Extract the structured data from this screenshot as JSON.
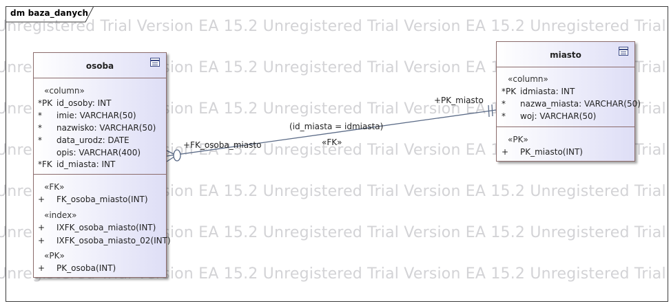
{
  "diagram": {
    "title": "dm baza_danych"
  },
  "watermark": {
    "text": "Unregistered Trial Version EA 15.2 Unregistered Trial Version EA 15.2 Unregistered Trial Version EA 15.2 Unregistered Trial Version EA 15.2"
  },
  "tables": {
    "osoba": {
      "name": "osoba",
      "column_stereo": "«column»",
      "columns": [
        {
          "prefix": "*PK",
          "text": "id_osoby: INT"
        },
        {
          "prefix": "*",
          "text": "imie: VARCHAR(50)"
        },
        {
          "prefix": "*",
          "text": "nazwisko: VARCHAR(50)"
        },
        {
          "prefix": "*",
          "text": "data_urodz: DATE"
        },
        {
          "prefix": "",
          "text": "opis: VARCHAR(400)"
        },
        {
          "prefix": "*FK",
          "text": "id_miasta: INT"
        }
      ],
      "fk_stereo": "«FK»",
      "fk_ops": [
        {
          "prefix": "+",
          "text": "FK_osoba_miasto(INT)"
        }
      ],
      "index_stereo": "«index»",
      "index_ops": [
        {
          "prefix": "+",
          "text": "IXFK_osoba_miasto(INT)"
        },
        {
          "prefix": "+",
          "text": "IXFK_osoba_miasto_02(INT)"
        }
      ],
      "pk_stereo": "«PK»",
      "pk_ops": [
        {
          "prefix": "+",
          "text": "PK_osoba(INT)"
        }
      ]
    },
    "miasto": {
      "name": "miasto",
      "column_stereo": "«column»",
      "columns": [
        {
          "prefix": "*PK",
          "text": "idmiasta: INT"
        },
        {
          "prefix": "*",
          "text": "nazwa_miasta: VARCHAR(50)"
        },
        {
          "prefix": "*",
          "text": "woj: VARCHAR(50)"
        }
      ],
      "pk_stereo": "«PK»",
      "pk_ops": [
        {
          "prefix": "+",
          "text": "PK_miasto(INT)"
        }
      ]
    }
  },
  "relationship": {
    "source_role": "+FK_osoba_miasto",
    "target_role": "+PK_miasto",
    "condition": "(id_miasta = idmiasta)",
    "stereotype": "«FK»"
  }
}
